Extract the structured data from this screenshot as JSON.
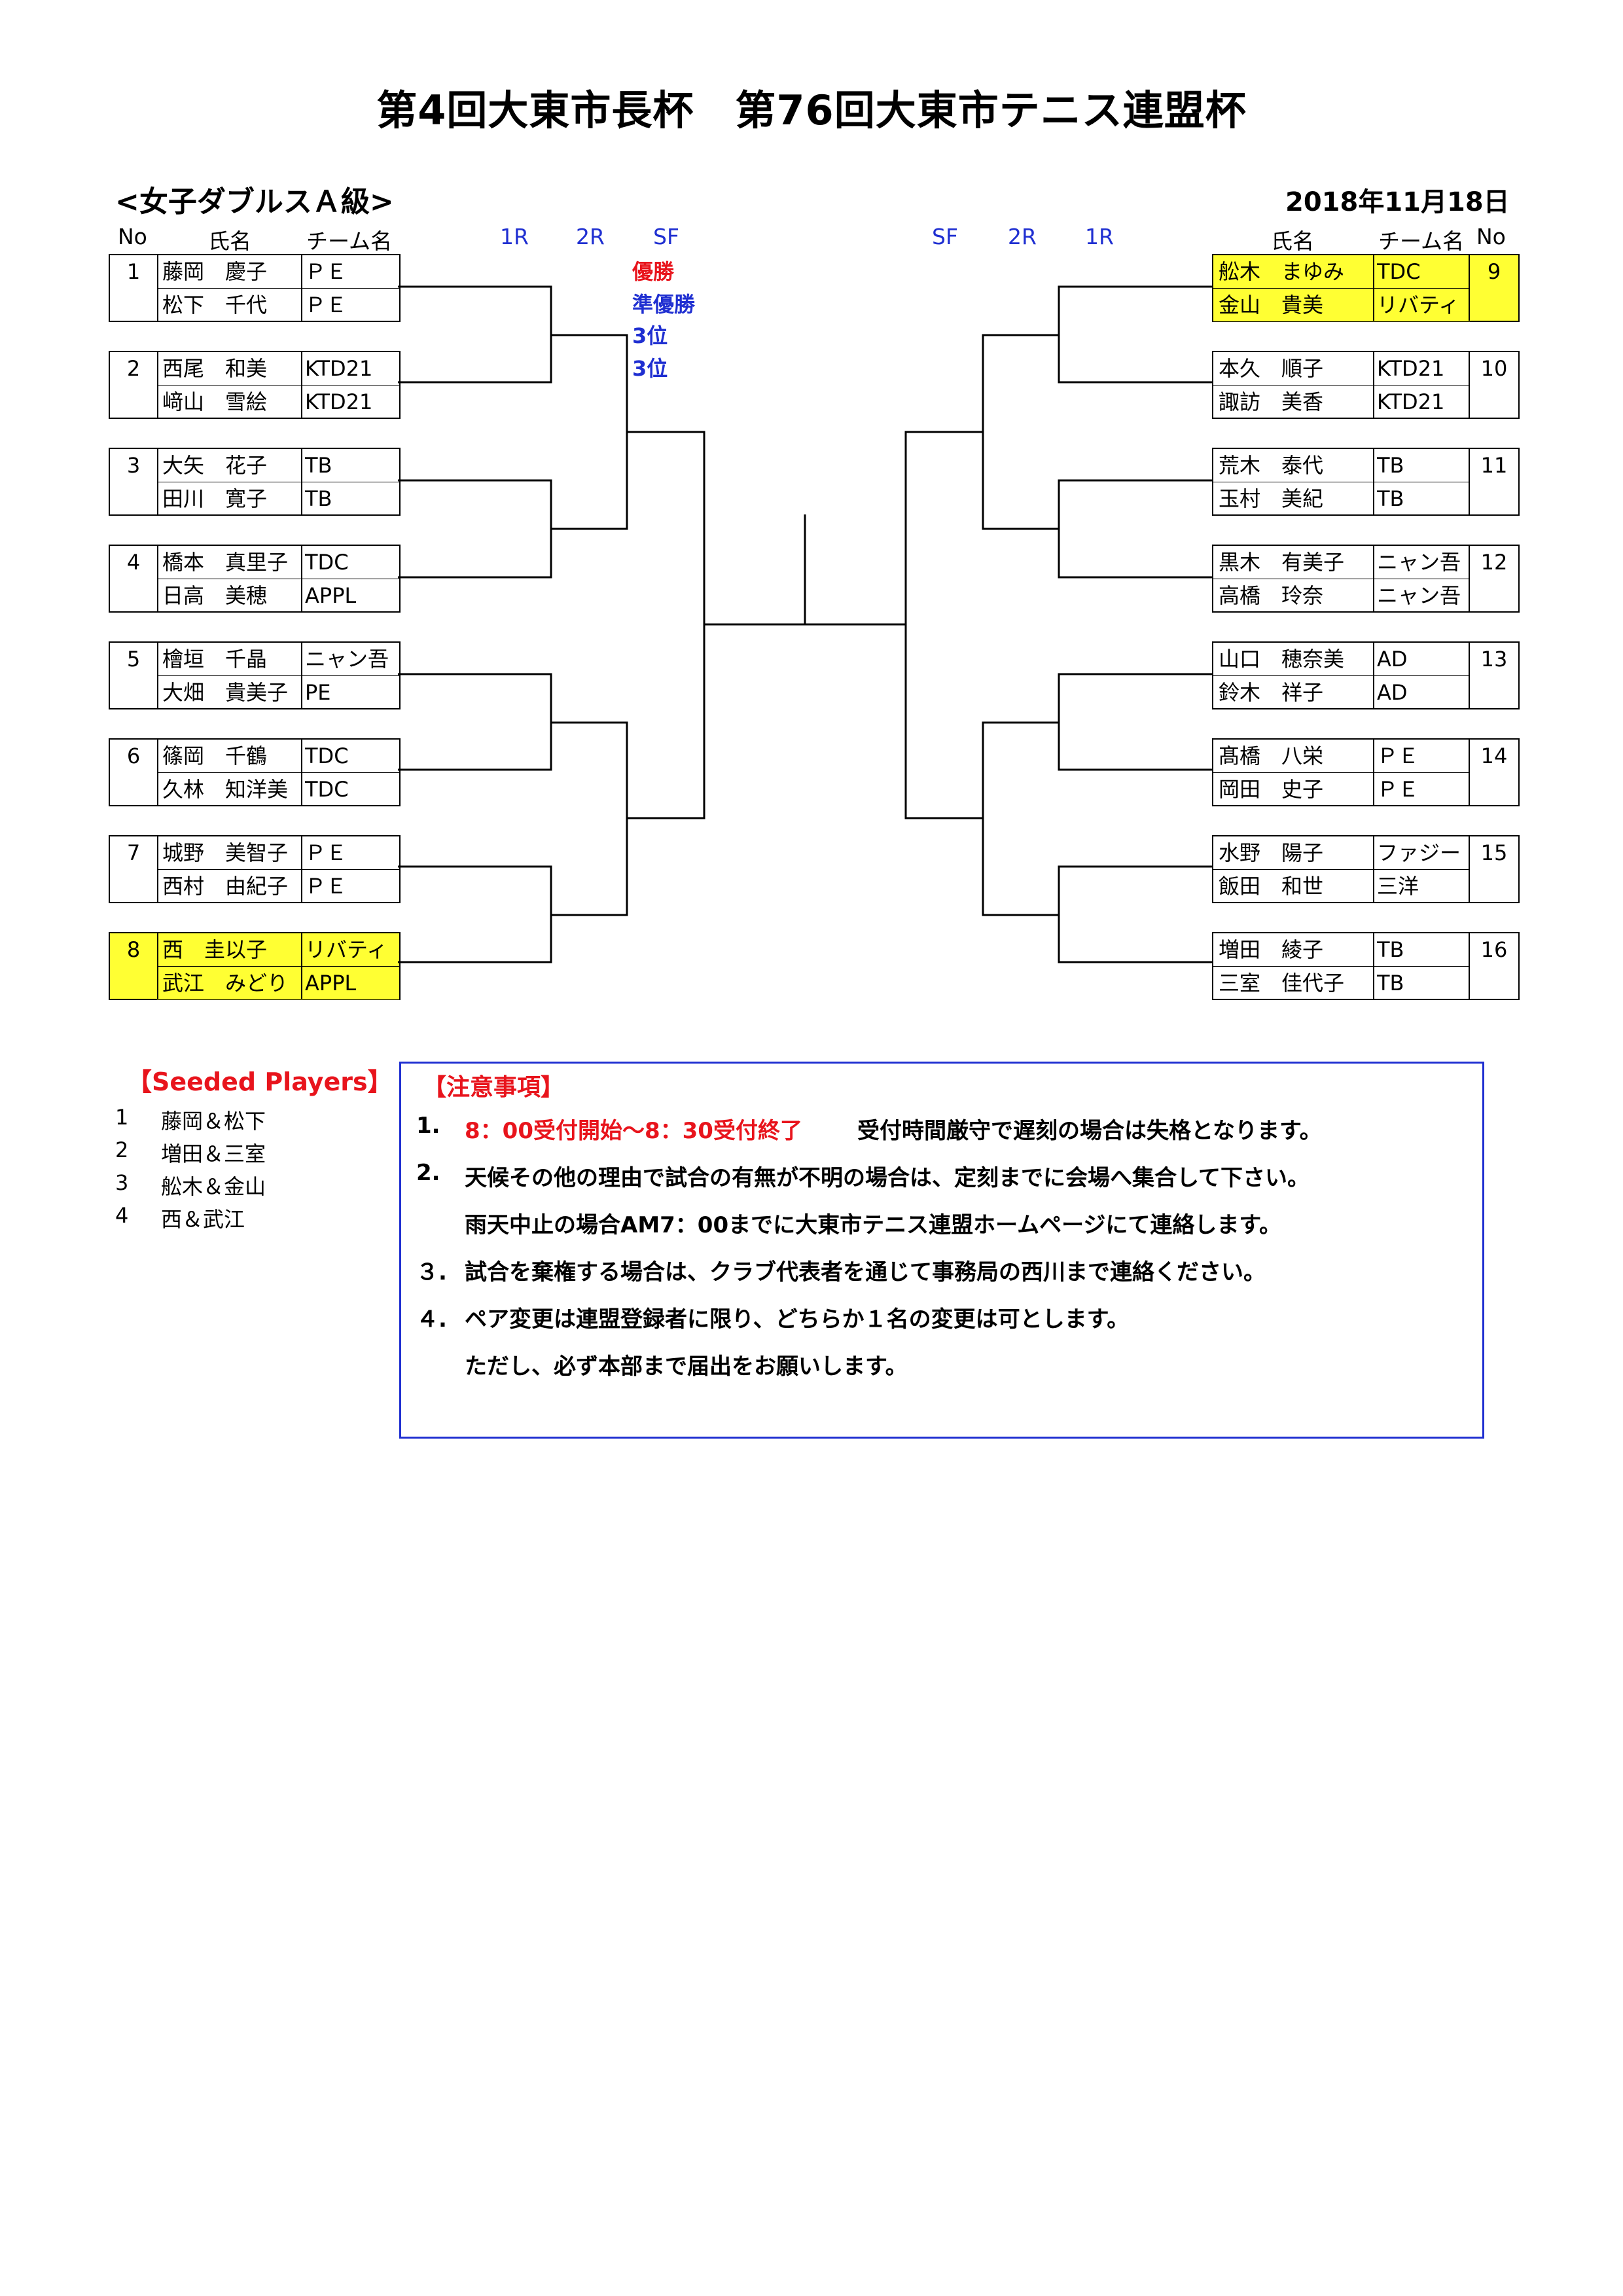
{
  "title": "第4回大東市長杯　第76回大東市テニス連盟杯",
  "subtitle": "<女子ダブルスＡ級>",
  "date": "2018年11月18日",
  "headers": {
    "no": "No",
    "name": "氏名",
    "team": "チーム名",
    "r1": "1R",
    "r2": "2R",
    "sf": "SF",
    "sf_r": "SF",
    "r2_r": "2R",
    "r1_r": "1R",
    "name_r": "氏名",
    "team_r": "チーム名",
    "no_r": "No"
  },
  "results": {
    "winner": "優勝",
    "runner_up": "準優勝",
    "third_a": "3位",
    "third_b": "3位"
  },
  "left_entries": [
    {
      "no": "1",
      "highlight": false,
      "players": [
        {
          "name": "藤岡　慶子",
          "team": "ＰＥ"
        },
        {
          "name": "松下　千代",
          "team": "ＰＥ"
        }
      ]
    },
    {
      "no": "2",
      "highlight": false,
      "players": [
        {
          "name": "西尾　和美",
          "team": "KTD21"
        },
        {
          "name": "﨑山　雪絵",
          "team": "KTD21"
        }
      ]
    },
    {
      "no": "3",
      "highlight": false,
      "players": [
        {
          "name": "大矢　花子",
          "team": "TB"
        },
        {
          "name": "田川　寛子",
          "team": "TB"
        }
      ]
    },
    {
      "no": "4",
      "highlight": false,
      "players": [
        {
          "name": "橋本　真里子",
          "team": "TDC"
        },
        {
          "name": "日高　美穂",
          "team": "APPL"
        }
      ]
    },
    {
      "no": "5",
      "highlight": false,
      "players": [
        {
          "name": "檜垣　千晶",
          "team": "ニャン吾"
        },
        {
          "name": "大畑　貴美子",
          "team": "PE"
        }
      ]
    },
    {
      "no": "6",
      "highlight": false,
      "players": [
        {
          "name": "篠岡　千鶴",
          "team": "TDC"
        },
        {
          "name": "久林　知洋美",
          "team": "TDC"
        }
      ]
    },
    {
      "no": "7",
      "highlight": false,
      "players": [
        {
          "name": "城野　美智子",
          "team": "ＰＥ"
        },
        {
          "name": "西村　由紀子",
          "team": "ＰＥ"
        }
      ]
    },
    {
      "no": "8",
      "highlight": true,
      "players": [
        {
          "name": "西　圭以子",
          "team": "リバティ"
        },
        {
          "name": "武江　みどり",
          "team": "APPL"
        }
      ]
    }
  ],
  "right_entries": [
    {
      "no": "9",
      "highlight": true,
      "players": [
        {
          "name": "舩木　まゆみ",
          "team": "TDC"
        },
        {
          "name": "金山　貴美",
          "team": "リバティ"
        }
      ]
    },
    {
      "no": "10",
      "highlight": false,
      "players": [
        {
          "name": "本久　順子",
          "team": "KTD21"
        },
        {
          "name": "諏訪　美香",
          "team": "KTD21"
        }
      ]
    },
    {
      "no": "11",
      "highlight": false,
      "players": [
        {
          "name": "荒木　泰代",
          "team": "TB"
        },
        {
          "name": "玉村　美紀",
          "team": "TB"
        }
      ]
    },
    {
      "no": "12",
      "highlight": false,
      "players": [
        {
          "name": "黒木　有美子",
          "team": "ニャン吾"
        },
        {
          "name": "高橋　玲奈",
          "team": "ニャン吾"
        }
      ]
    },
    {
      "no": "13",
      "highlight": false,
      "players": [
        {
          "name": "山口　穂奈美",
          "team": "AD"
        },
        {
          "name": "鈴木　祥子",
          "team": "AD"
        }
      ]
    },
    {
      "no": "14",
      "highlight": false,
      "players": [
        {
          "name": "髙橋　八栄",
          "team": "ＰＥ"
        },
        {
          "name": "岡田　史子",
          "team": "ＰＥ"
        }
      ]
    },
    {
      "no": "15",
      "highlight": false,
      "players": [
        {
          "name": "水野　陽子",
          "team": "ファジー"
        },
        {
          "name": "飯田　和世",
          "team": "三洋"
        }
      ]
    },
    {
      "no": "16",
      "highlight": false,
      "players": [
        {
          "name": "増田　綾子",
          "team": "TB"
        },
        {
          "name": "三室　佳代子",
          "team": "TB"
        }
      ]
    }
  ],
  "seeds": {
    "heading": "【Seeded Players】",
    "items": [
      {
        "rank": "1",
        "pair": "藤岡＆松下"
      },
      {
        "rank": "2",
        "pair": "増田＆三室"
      },
      {
        "rank": "3",
        "pair": "舩木＆金山"
      },
      {
        "rank": "4",
        "pair": "西＆武江"
      }
    ]
  },
  "notice": {
    "heading": "【注意事項】",
    "line1_num": "1.",
    "line1_red": "8：00受付開始～8：30受付終了",
    "line1_rest": "受付時間厳守で遅刻の場合は失格となります。",
    "line2_num": "2.",
    "line2": "天候その他の理由で試合の有無が不明の場合は、定刻までに会場へ集合して下さい。",
    "line2b": "雨天中止の場合AM7：00までに大東市テニス連盟ホームページにて連絡します。",
    "line3_num": "３.",
    "line3": "試合を棄権する場合は、クラブ代表者を通じて事務局の西川まで連絡ください。",
    "line4_num": "４.",
    "line4": "ペア変更は連盟登録者に限り、どちらか１名の変更は可とします。",
    "line4b": "ただし、必ず本部まで届出をお願いします。"
  }
}
